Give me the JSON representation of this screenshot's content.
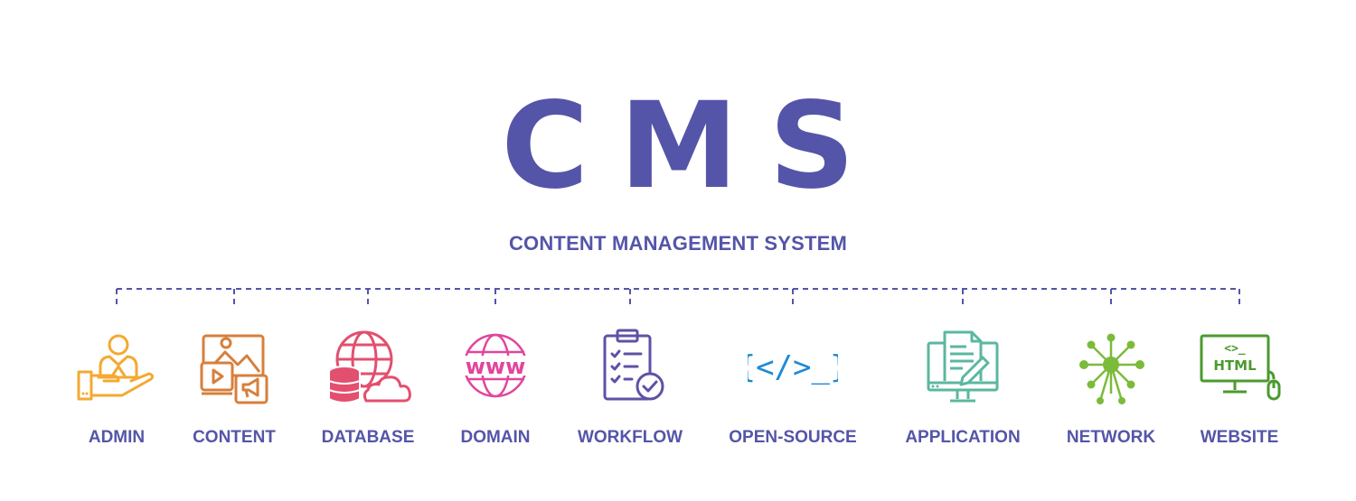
{
  "header": {
    "title": "CMS",
    "subtitle": "CONTENT MANAGEMENT SYSTEM"
  },
  "colors": {
    "brand": "#5455a8",
    "admin": "#f4a932",
    "content": "#d77f3c",
    "database": "#e34f6e",
    "domain": "#e2459c",
    "workflow": "#5e52a6",
    "open_source": "#1d8ad6",
    "application": "#5bb7a0",
    "network": "#7bbb3a",
    "website": "#4b9a2f"
  },
  "items": [
    {
      "label": "ADMIN",
      "icon": "admin-icon"
    },
    {
      "label": "CONTENT",
      "icon": "content-icon"
    },
    {
      "label": "DATABASE",
      "icon": "database-icon"
    },
    {
      "label": "DOMAIN",
      "icon": "domain-icon",
      "icon_text": "www"
    },
    {
      "label": "WORKFLOW",
      "icon": "workflow-icon"
    },
    {
      "label": "OPEN-SOURCE",
      "icon": "code-icon",
      "icon_text": "{</>_}"
    },
    {
      "label": "APPLICATION",
      "icon": "application-icon"
    },
    {
      "label": "NETWORK",
      "icon": "network-icon"
    },
    {
      "label": "WEBSITE",
      "icon": "website-icon",
      "icon_text": "HTML",
      "icon_subtext": "<>_"
    }
  ]
}
